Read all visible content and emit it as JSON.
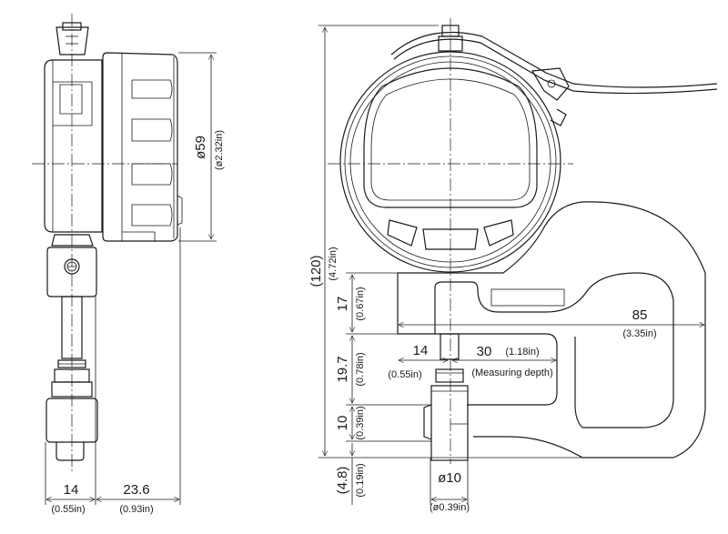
{
  "side_view": {
    "dial_diameter": "ø59",
    "dial_diameter_in": "(ø2.32in)",
    "width": "14",
    "width_in": "(0.55in)",
    "depth": "23.6",
    "depth_in": "(0.93in)"
  },
  "front_view": {
    "overall_height": "(120)",
    "overall_height_in": "(4.72in)",
    "h_17": "17",
    "h_17_in": "(0.67in)",
    "h_19_7": "19.7",
    "h_19_7_in": "(0.78in)",
    "h_10": "10",
    "h_10_in": "(0.39in)",
    "h_4_8": "(4.8)",
    "h_4_8_in": "(0.19in)",
    "w_85": "85",
    "w_85_in": "(3.35in)",
    "w_14": "14",
    "w_14_in": "(0.55in)",
    "depth_30": "30",
    "depth_30_in": "(1.18in)",
    "depth_label": "(Measuring depth)",
    "anvil_dia": "ø10",
    "anvil_dia_in": "(ø0.39in)"
  }
}
